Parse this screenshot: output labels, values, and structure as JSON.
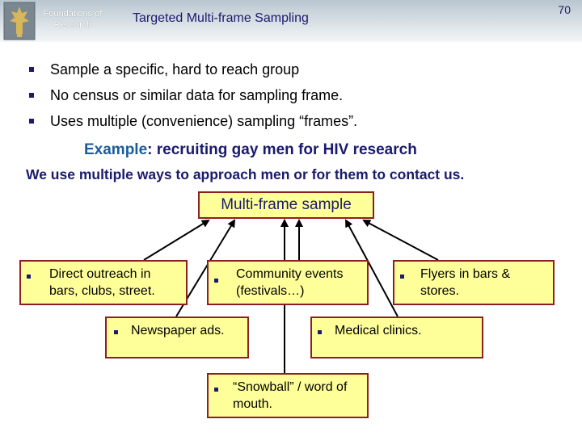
{
  "header": {
    "course_name": "Foundations of Research",
    "slide_title": "Targeted Multi-frame Sampling",
    "page_number": "70"
  },
  "bullets": [
    "Sample a specific, hard to reach group",
    "No census or similar data for sampling frame.",
    "Uses multiple (convenience) sampling “frames”."
  ],
  "example": {
    "label": "Example",
    "text": ": recruiting gay men for HIV research"
  },
  "approach_text": "We use multiple ways to approach men or for them to contact us.",
  "diagram": {
    "center_label": "Multi-frame sample",
    "frames": {
      "direct_outreach": "Direct outreach in bars, clubs, street.",
      "community_events": "Community events (festivals…)",
      "flyers": "Flyers in bars & stores.",
      "newspaper_ads": "Newspaper ads.",
      "medical_clinics": "Medical clinics.",
      "snowball": "“Snowball” / word of mouth."
    }
  },
  "colors": {
    "title_navy": "#1a1a6e",
    "box_fill": "#ffff99",
    "box_border": "#8b2020",
    "example_label": "#1a5c9a"
  }
}
